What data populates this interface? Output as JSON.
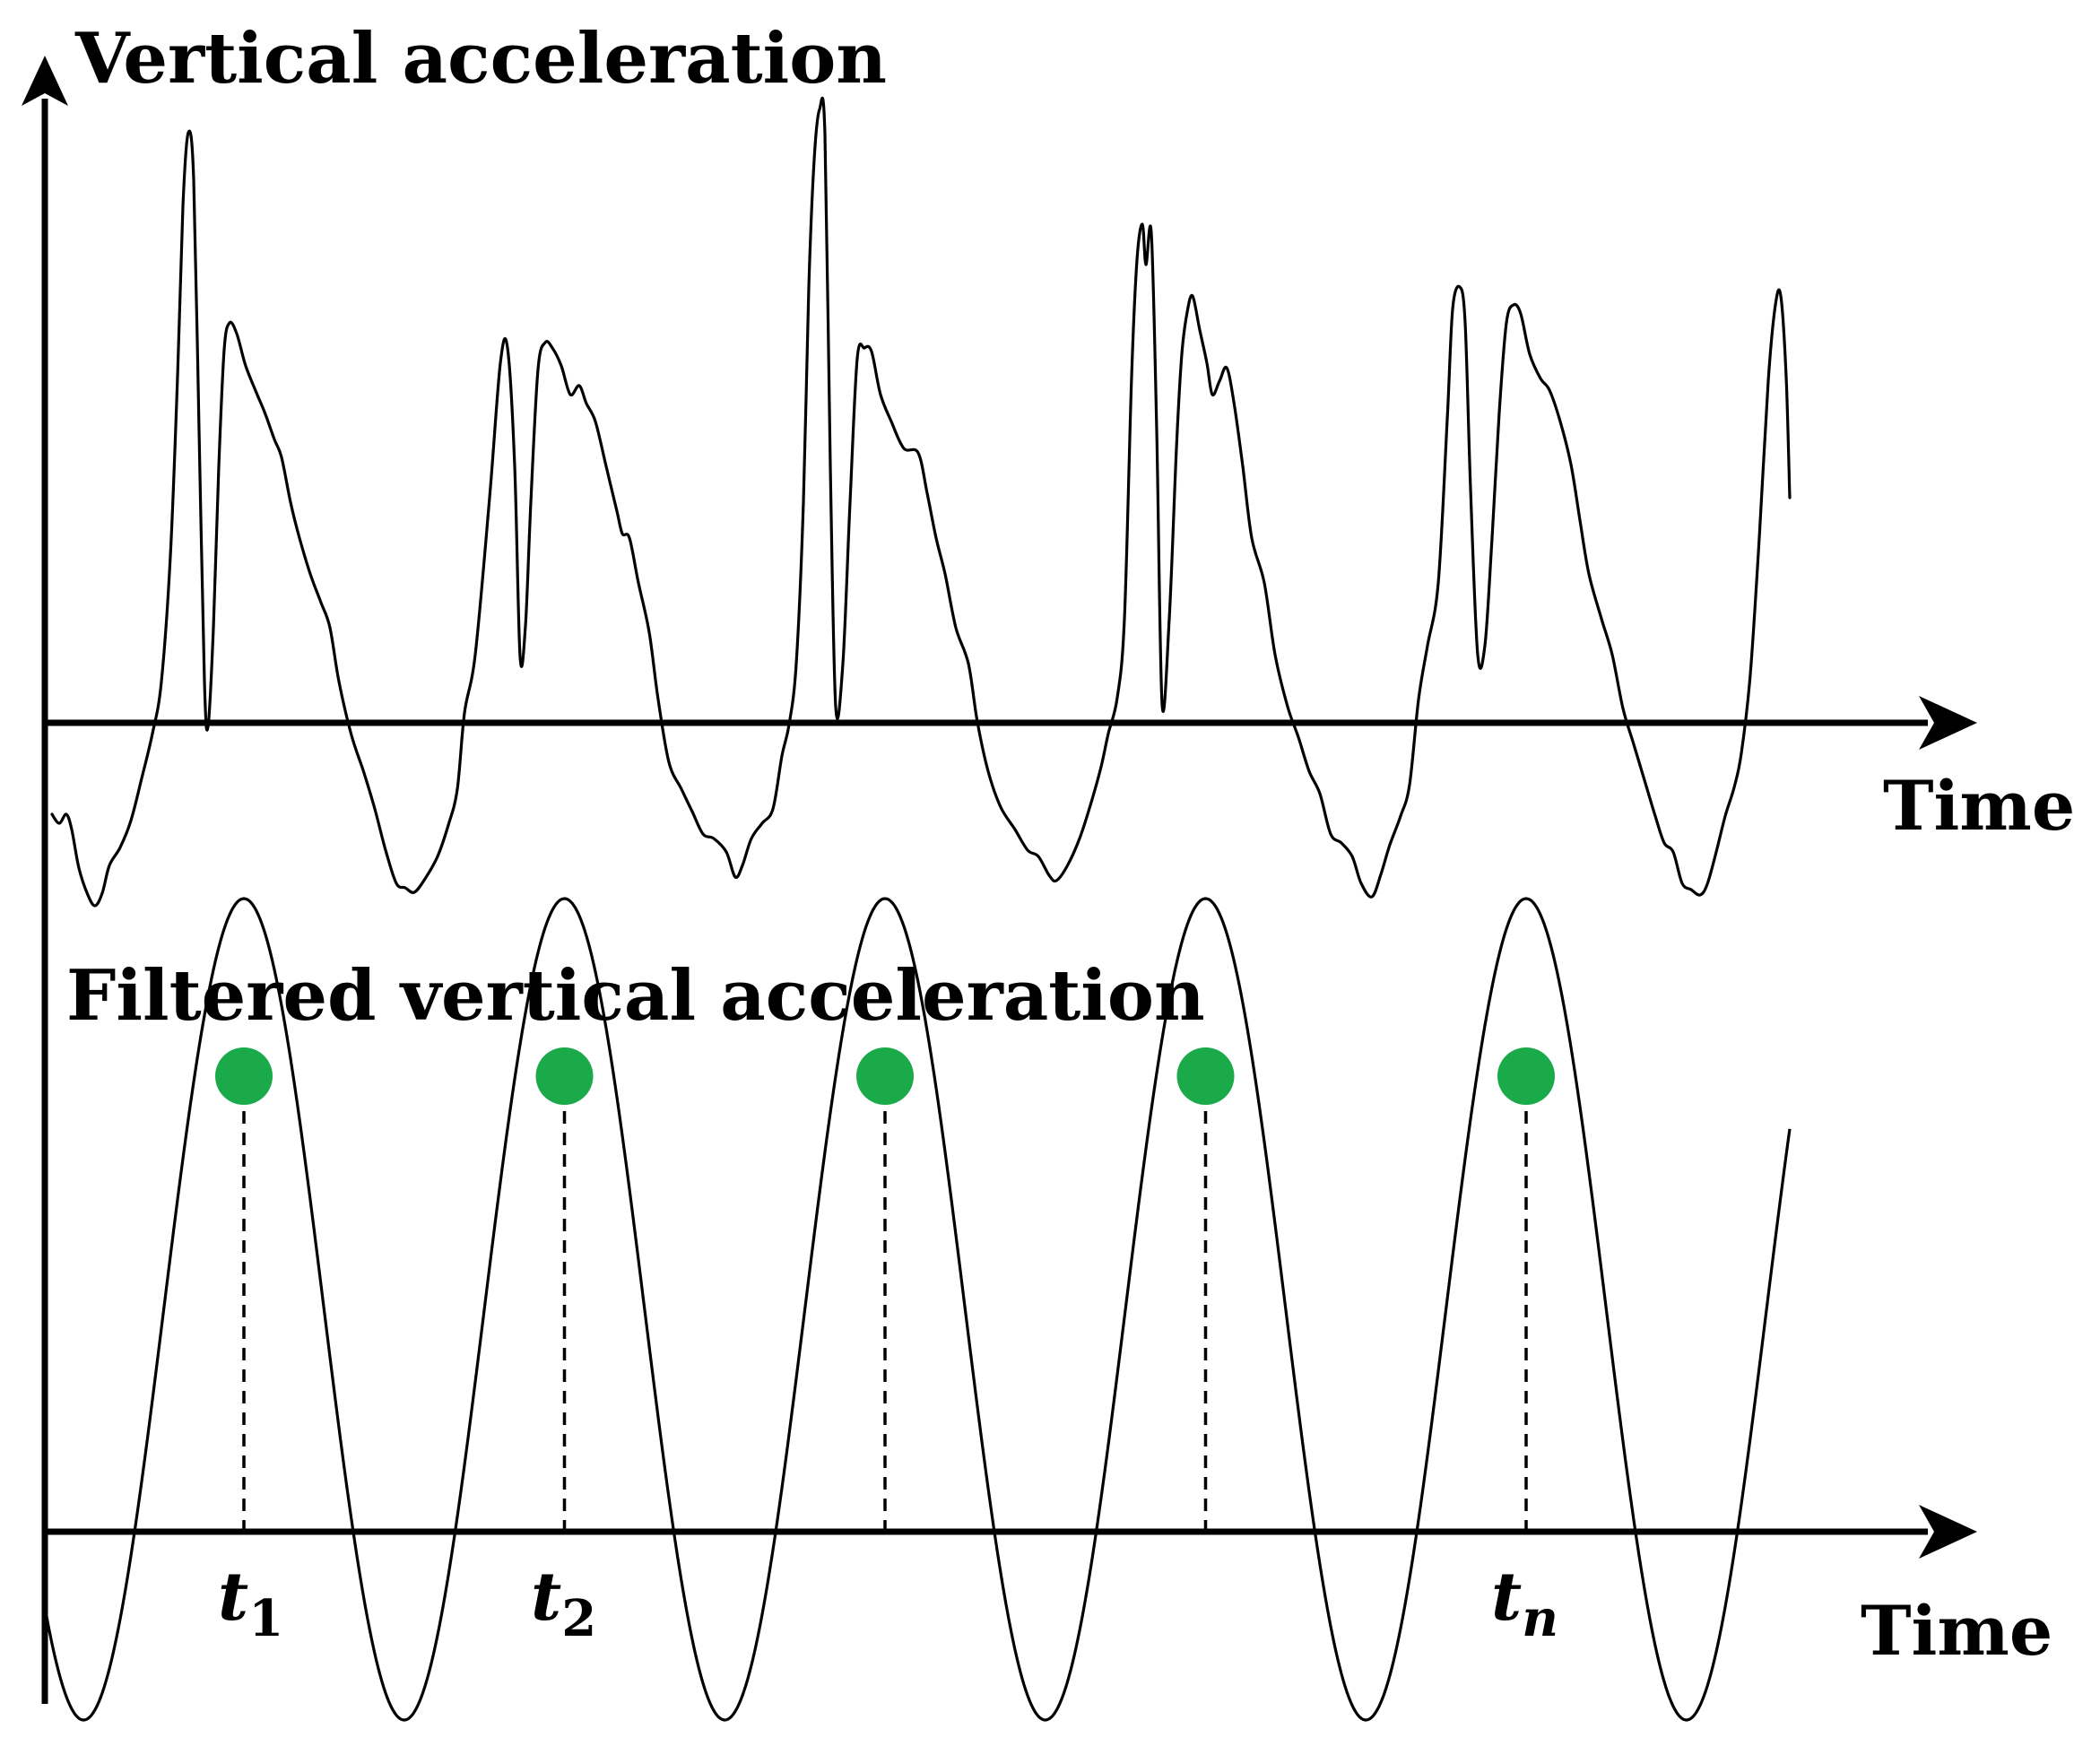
{
  "figure": {
    "top_panel": {
      "title": "Vertical acceleration",
      "x_axis_label": "Time"
    },
    "bottom_panel": {
      "title": "Filtered vertical acceleration",
      "x_axis_label": "Time",
      "peak_labels": [
        {
          "base": "t",
          "sub": "1"
        },
        {
          "base": "t",
          "sub": "2"
        },
        {
          "base": "t",
          "sub": "n"
        }
      ],
      "peak_count": 5,
      "peak_marker_color": "#1aaa4a"
    },
    "colors": {
      "line": "#000000",
      "peak_marker": "#1aaa4a",
      "background": "#ffffff"
    }
  }
}
